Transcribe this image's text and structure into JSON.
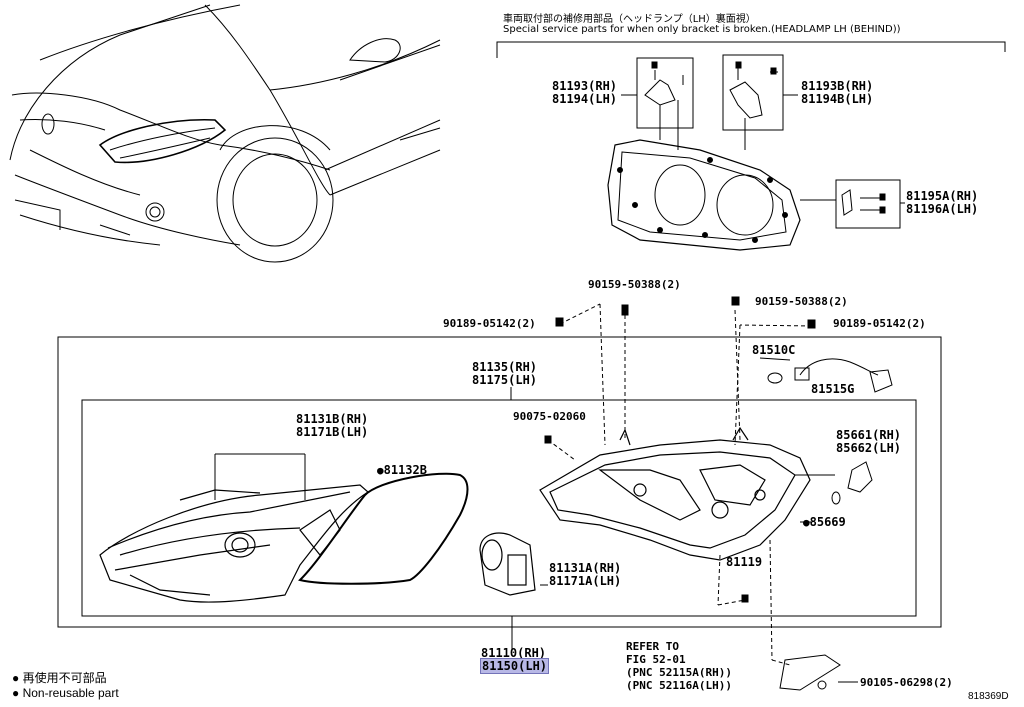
{
  "header": {
    "japanese": "車両取付部の補修用部品（ヘッドランプ（LH）裏面視）",
    "english": "Special service parts for when only bracket is broken.(HEADLAMP LH (BEHIND))"
  },
  "parts": {
    "p81193": [
      "81193(RH)",
      "81194(LH)"
    ],
    "p81193b": [
      "81193B(RH)",
      "81194B(LH)"
    ],
    "p81195a": [
      "81195A(RH)",
      "81196A(LH)"
    ],
    "p90159_top": "90159-50388(2)",
    "p90159_right": "90159-50388(2)",
    "p90189_left": "90189-05142(2)",
    "p90189_right": "90189-05142(2)",
    "p81135": [
      "81135(RH)",
      "81175(LH)"
    ],
    "p81510c": "81510C",
    "p81515g": "81515G",
    "p90075": "90075-02060",
    "p81131b": [
      "81131B(RH)",
      "81171B(LH)"
    ],
    "p81132b": "81132B",
    "p85661": [
      "85661(RH)",
      "85662(LH)"
    ],
    "p85669": "85669",
    "p81131a": [
      "81131A(RH)",
      "81171A(LH)"
    ],
    "p81119": "81119",
    "p81110": [
      "81110(RH)",
      "81150(LH)"
    ],
    "refer": [
      "REFER TO",
      "FIG 52-01",
      "(PNC 52115A(RH))",
      "(PNC 52116A(LH))"
    ],
    "p90105": "90105-06298(2)"
  },
  "legend": {
    "japanese": "再使用不可部品",
    "english": "Non-reusable part",
    "bullet": "●"
  },
  "figure_id": "818369D"
}
